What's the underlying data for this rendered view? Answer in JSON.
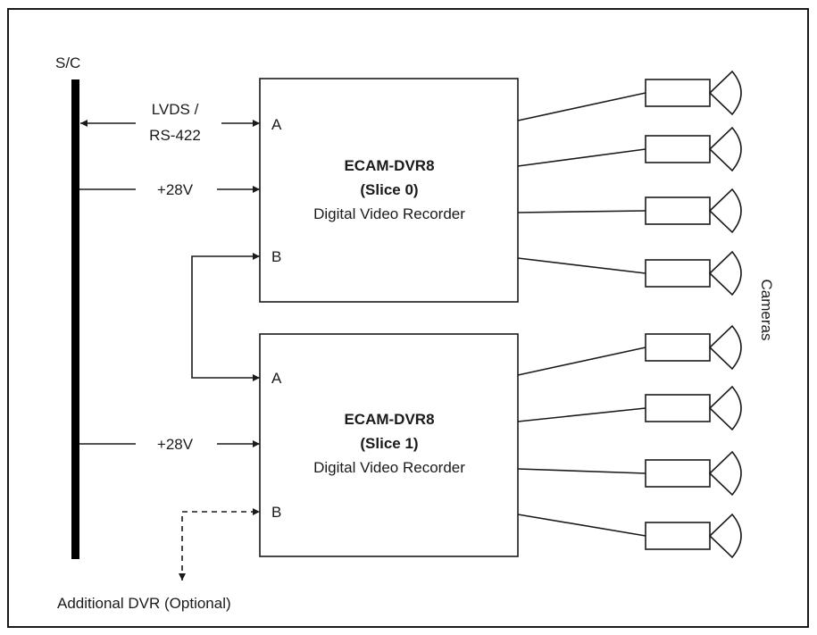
{
  "bus_label": "S/C",
  "link_label": [
    "LVDS /",
    "RS-422"
  ],
  "power_label": "+28V",
  "recorders": [
    {
      "name": "ECAM-DVR8",
      "slice": "(Slice 0)",
      "desc": "Digital Video Recorder",
      "port_a": "A",
      "port_b": "B",
      "camera_count": 4
    },
    {
      "name": "ECAM-DVR8",
      "slice": "(Slice 1)",
      "desc": "Digital Video Recorder",
      "port_a": "A",
      "port_b": "B",
      "camera_count": 4
    }
  ],
  "cameras_label": "Cameras",
  "optional_label": "Additional DVR (Optional)"
}
